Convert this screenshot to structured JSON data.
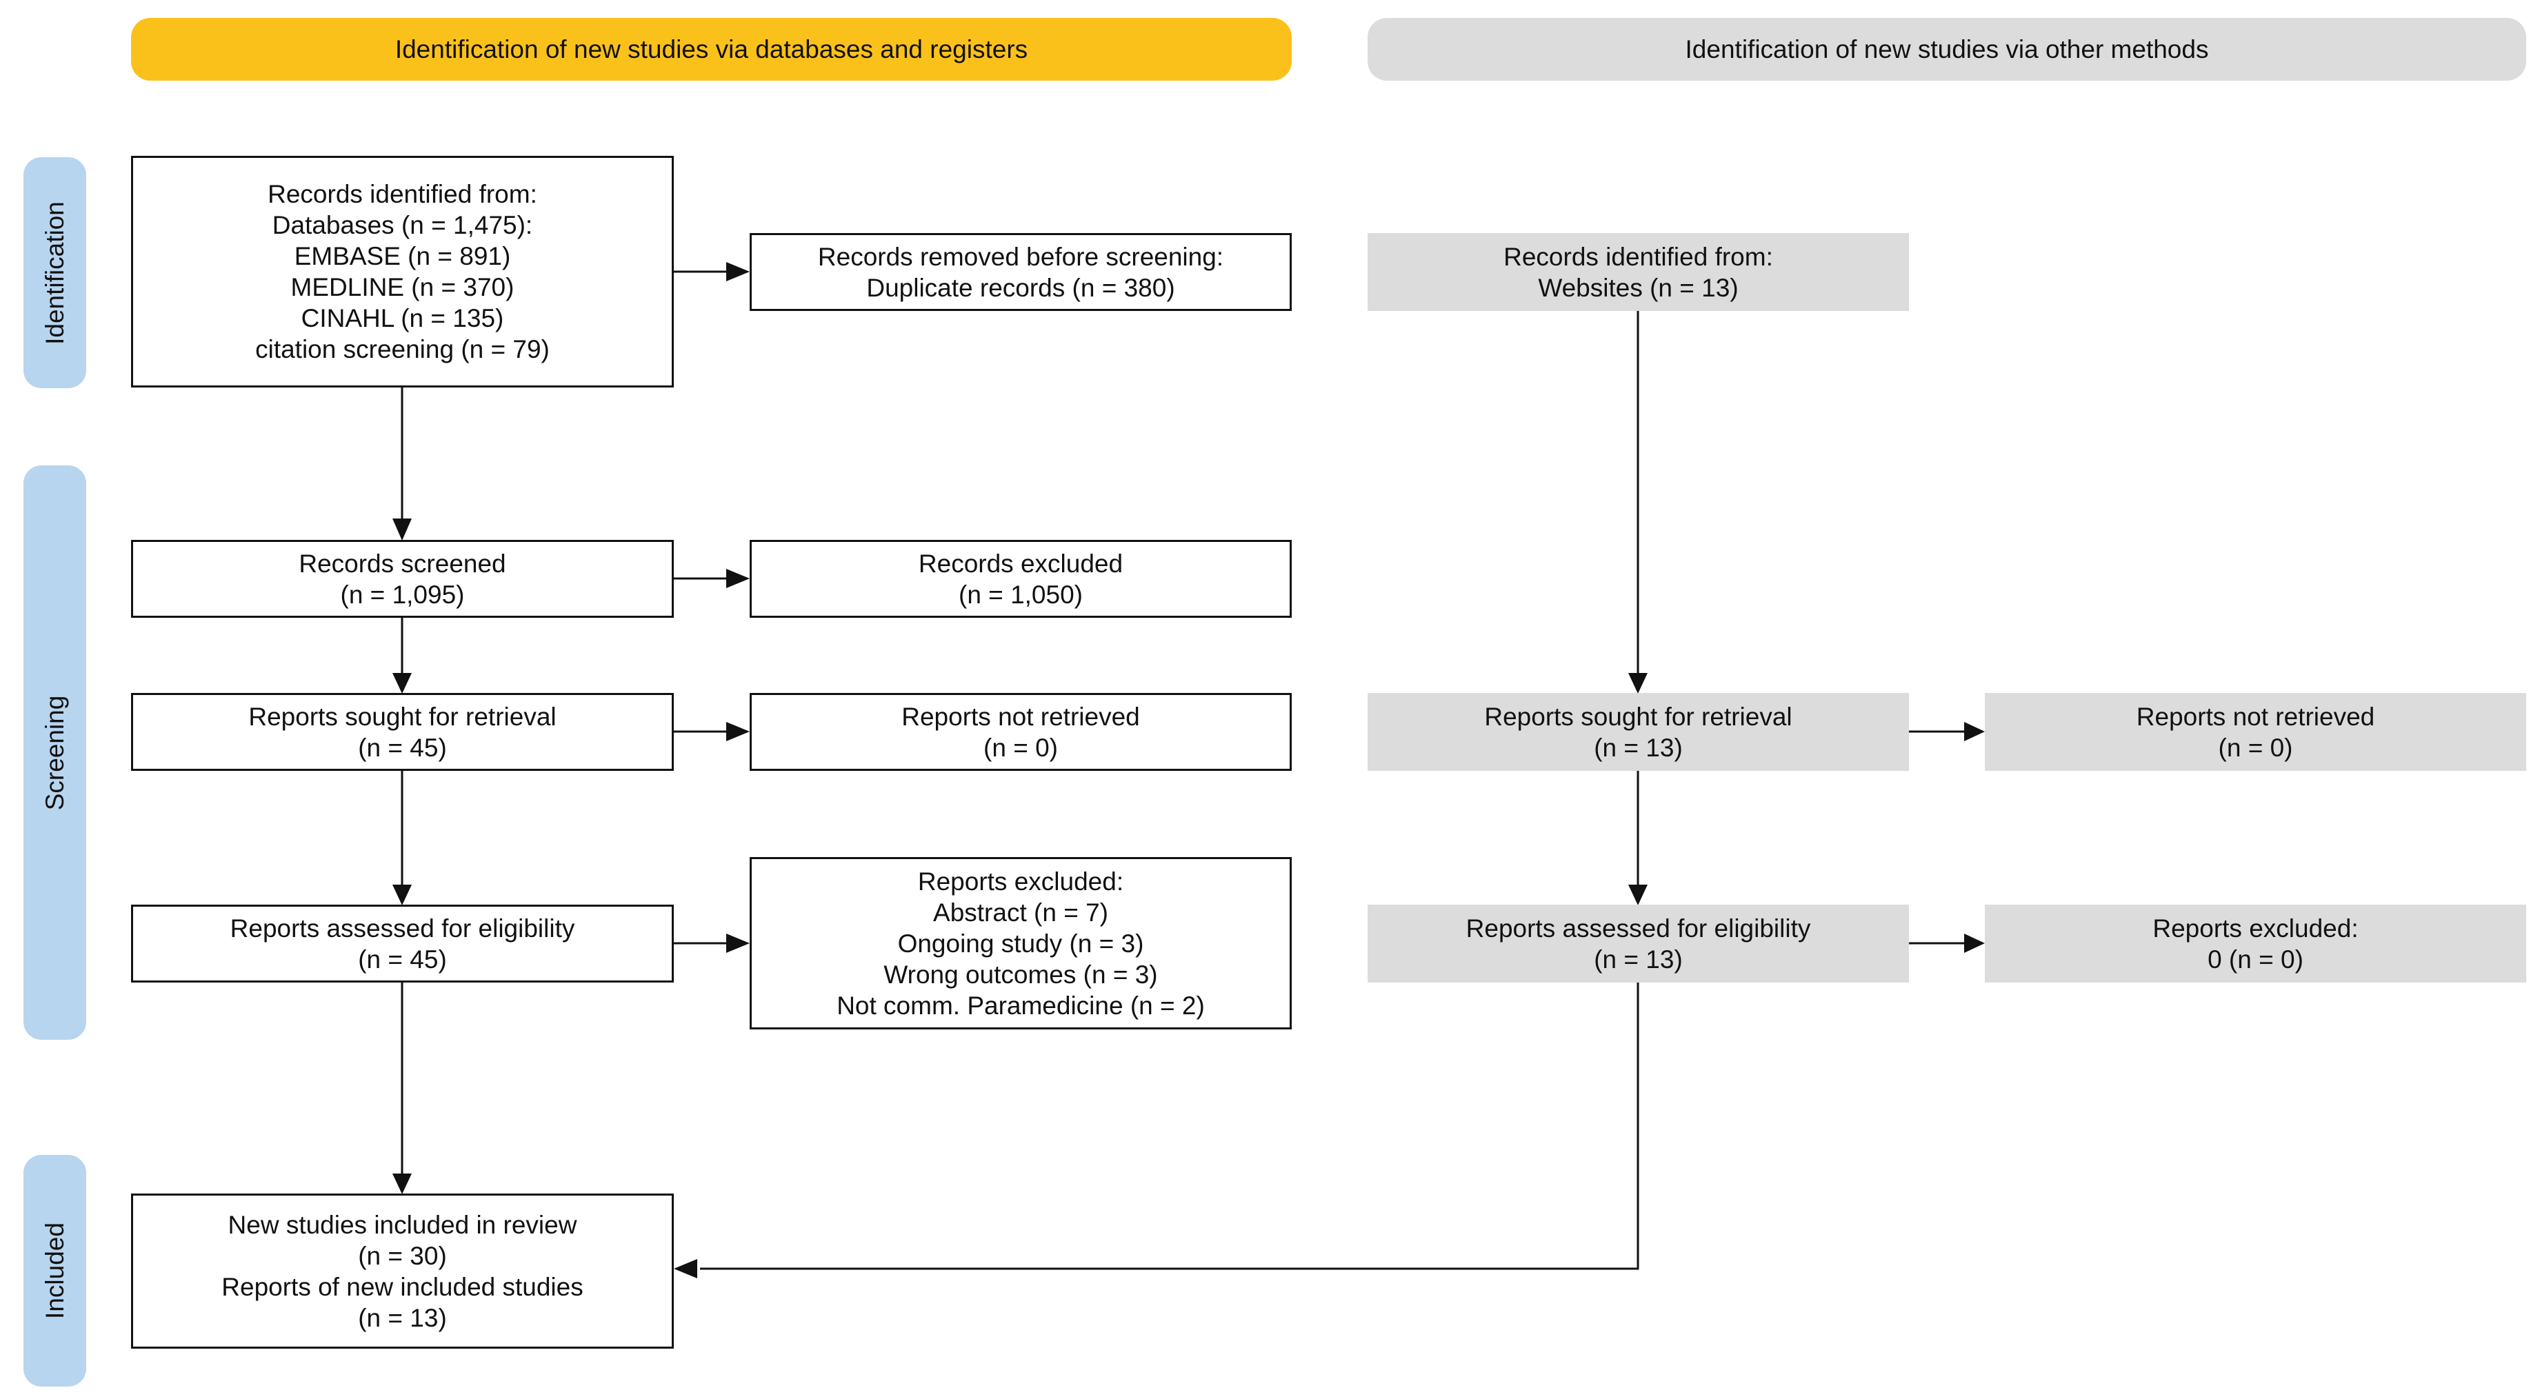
{
  "headers": {
    "left": "Identification of new studies via databases and registers",
    "right": "Identification of new studies via other methods"
  },
  "phases": {
    "identification": "Identification",
    "screening": "Screening",
    "included": "Included"
  },
  "boxes": {
    "db_identified": [
      "Records identified from:",
      "Databases (n = 1,475):",
      "EMBASE (n = 891)",
      "MEDLINE (n = 370)",
      "CINAHL (n = 135)",
      "citation screening (n = 79)"
    ],
    "removed_before_screening": [
      "Records removed before screening:",
      "Duplicate records (n = 380)"
    ],
    "other_identified": [
      "Records identified from:",
      "Websites (n = 13)"
    ],
    "records_screened": [
      "Records screened",
      "(n = 1,095)"
    ],
    "records_excluded": [
      "Records excluded",
      "(n = 1,050)"
    ],
    "db_sought": [
      "Reports sought for retrieval",
      "(n = 45)"
    ],
    "db_not_retrieved": [
      "Reports not retrieved",
      "(n = 0)"
    ],
    "other_sought": [
      "Reports sought for retrieval",
      "(n = 13)"
    ],
    "other_not_retrieved": [
      "Reports not retrieved",
      "(n = 0)"
    ],
    "db_assessed": [
      "Reports assessed for eligibility",
      "(n = 45)"
    ],
    "db_excluded": [
      "Reports excluded:",
      "Abstract (n = 7)",
      "Ongoing study (n = 3)",
      "Wrong outcomes (n = 3)",
      "Not comm. Paramedicine (n = 2)"
    ],
    "other_assessed": [
      "Reports assessed for eligibility",
      "(n = 13)"
    ],
    "other_excluded": [
      "Reports excluded:",
      "0 (n = 0)"
    ],
    "included": [
      "New studies included in review",
      "(n = 30)",
      "Reports of new included studies",
      "(n = 13)"
    ]
  },
  "colors": {
    "left_header": "#FBC11B",
    "right_header": "#DCDCDC",
    "phase_label": "#B8D5EF",
    "grey_box": "#DCDCDC"
  }
}
